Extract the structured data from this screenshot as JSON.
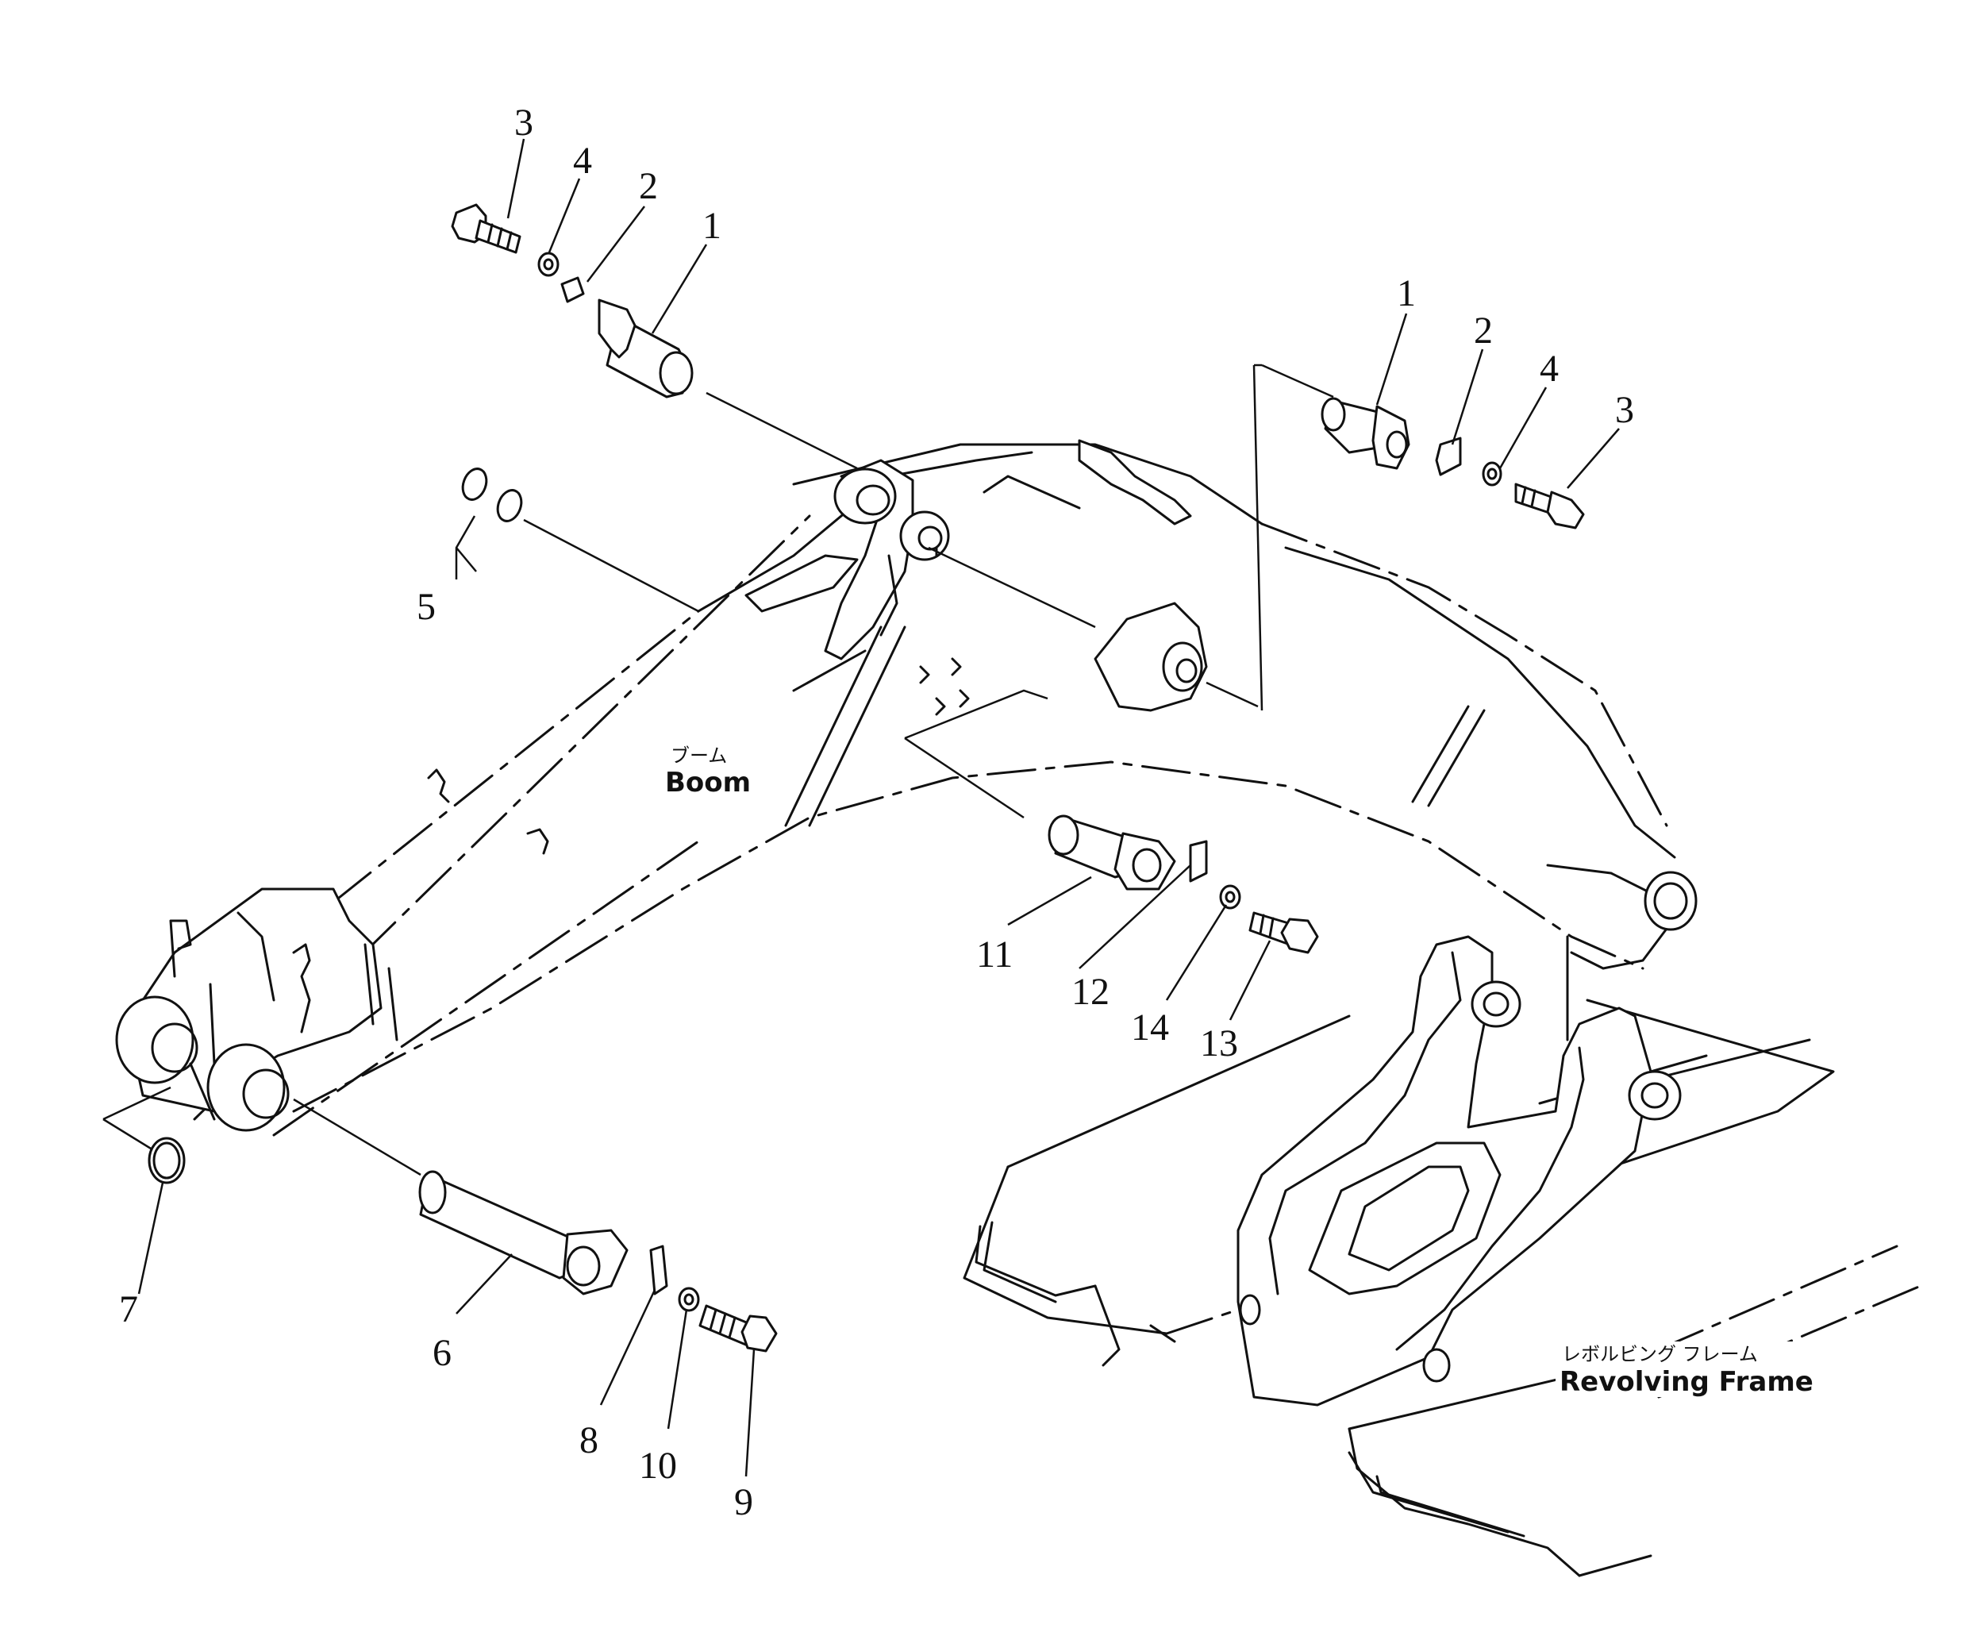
{
  "captions": {
    "boom_jp": "ブーム",
    "boom_en": "Boom",
    "frame_jp": "レボルビング フレーム",
    "frame_en": "Revolving Frame"
  },
  "callouts": {
    "c1a": "1",
    "c2a": "2",
    "c3a": "3",
    "c4a": "4",
    "c1b": "1",
    "c2b": "2",
    "c3b": "3",
    "c4b": "4",
    "c5": "5",
    "c6": "6",
    "c7": "7",
    "c8": "8",
    "c9": "9",
    "c10": "10",
    "c11": "11",
    "c12": "12",
    "c13": "13",
    "c14": "14"
  }
}
